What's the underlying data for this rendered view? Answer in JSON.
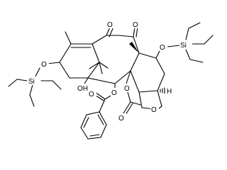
{
  "labels": {
    "o_ketone_left": "O",
    "o_ketone_right": "O",
    "o_tes_left": "O",
    "si_left": "Si",
    "o_tes_right": "O",
    "si_right": "Si",
    "oh": "OH",
    "o_benzoate_ester": "O",
    "o_benzoate_carbonyl": "O",
    "o_acetate_ester": "O",
    "o_acetate_carbonyl": "O",
    "o_oxetane": "O",
    "h_ring": "H"
  }
}
